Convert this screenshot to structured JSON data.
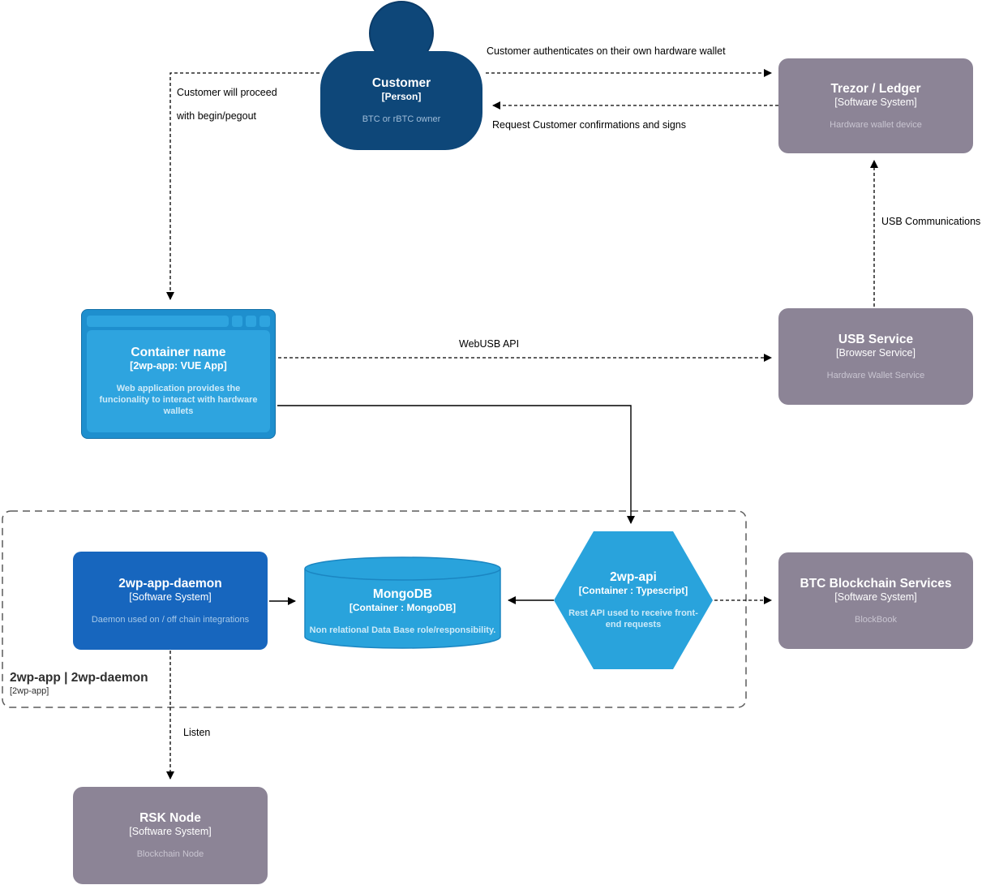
{
  "diagram": {
    "nodes": {
      "customer": {
        "title": "Customer",
        "type": "[Person]",
        "desc": "BTC or rBTC owner"
      },
      "trezor": {
        "title": "Trezor / Ledger",
        "type": "[Software System]",
        "desc": "Hardware wallet device"
      },
      "webapp": {
        "title": "Container name",
        "type": "[2wp-app: VUE App]",
        "desc": "Web application provides the funcionality to interact with hardware wallets"
      },
      "usb_service": {
        "title": "USB Service",
        "type": "[Browser Service]",
        "desc": "Hardware Wallet Service"
      },
      "daemon": {
        "title": "2wp-app-daemon",
        "type": "[Software System]",
        "desc": "Daemon used on / off chain integrations"
      },
      "mongodb": {
        "title": "MongoDB",
        "type": "[Container : MongoDB]",
        "desc": "Non relational Data Base role/responsibility."
      },
      "api": {
        "title": "2wp-api",
        "type": "[Container : Typescript]",
        "desc": "Rest API used to receive front-end requests"
      },
      "btc": {
        "title": "BTC Blockchain Services",
        "type": "[Software System]",
        "desc": "BlockBook"
      },
      "rsk": {
        "title": "RSK Node",
        "type": "[Software System]",
        "desc": "Blockchain Node"
      }
    },
    "boundary": {
      "title": "2wp-app | 2wp-daemon",
      "subtitle": "[2wp-app]"
    },
    "edge_labels": {
      "auth": "Customer authenticates on their own hardware wallet",
      "request": "Request Customer confirmations and signs",
      "proceed_line1": "Customer will proceed",
      "proceed_line2": "with begin/pegout",
      "webusb": "WebUSB API",
      "usb_comm": "USB Communications",
      "listen": "Listen"
    },
    "colors": {
      "person_blue": "#0E4779",
      "system_blue": "#1766BE",
      "container_blue": "#29A3DC",
      "browser_frame": "#1E8FCE",
      "external_gray": "#8C8496",
      "edge_black": "#000000"
    }
  }
}
